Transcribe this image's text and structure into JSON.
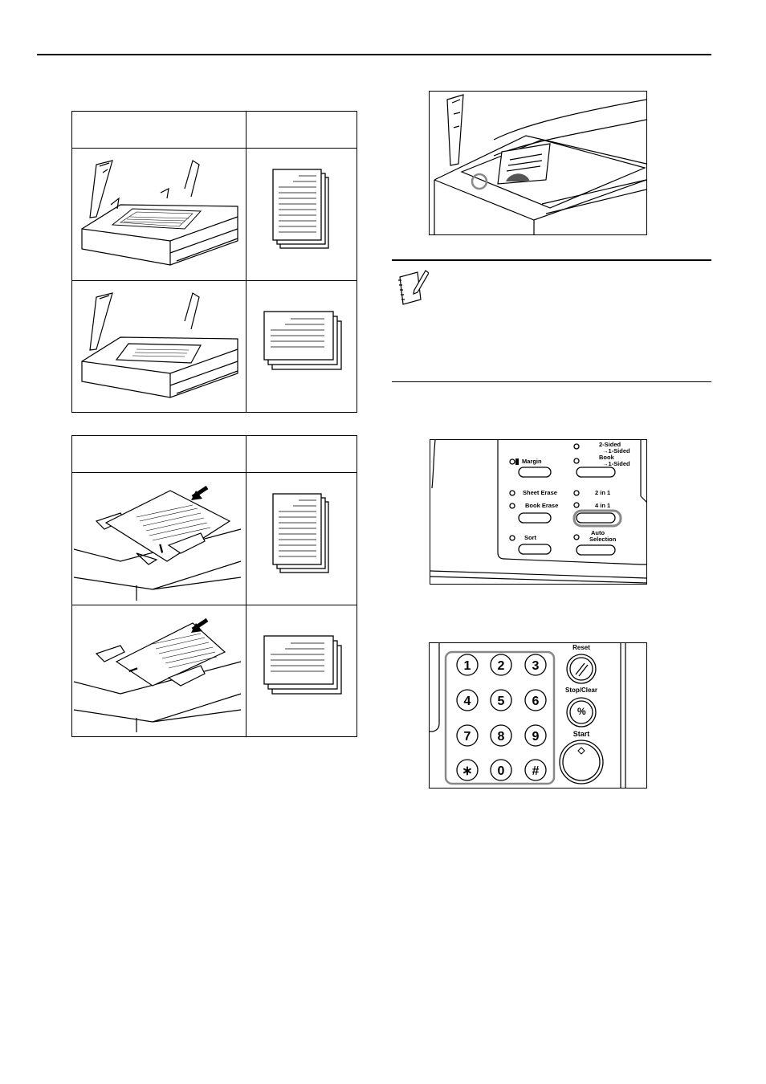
{
  "panel": {
    "labels": {
      "margin": "Margin",
      "sheet_erase": "Sheet Erase",
      "book_erase": "Book Erase",
      "sort": "Sort",
      "two_sided_a": "2-Sided",
      "two_sided_b": "→1-Sided",
      "book_a": "Book",
      "book_b": "→1-Sided",
      "two_in_one": "2 in 1",
      "four_in_one": "4 in 1",
      "auto_a": "Auto",
      "auto_b": "Selection"
    },
    "highlight_color": "#888888"
  },
  "keypad": {
    "keys": [
      "1",
      "2",
      "3",
      "4",
      "5",
      "6",
      "7",
      "8",
      "9",
      "∗",
      "0",
      "#"
    ],
    "reset_label": "Reset",
    "stop_clear_label": "Stop/Clear",
    "start_label": "Start"
  }
}
